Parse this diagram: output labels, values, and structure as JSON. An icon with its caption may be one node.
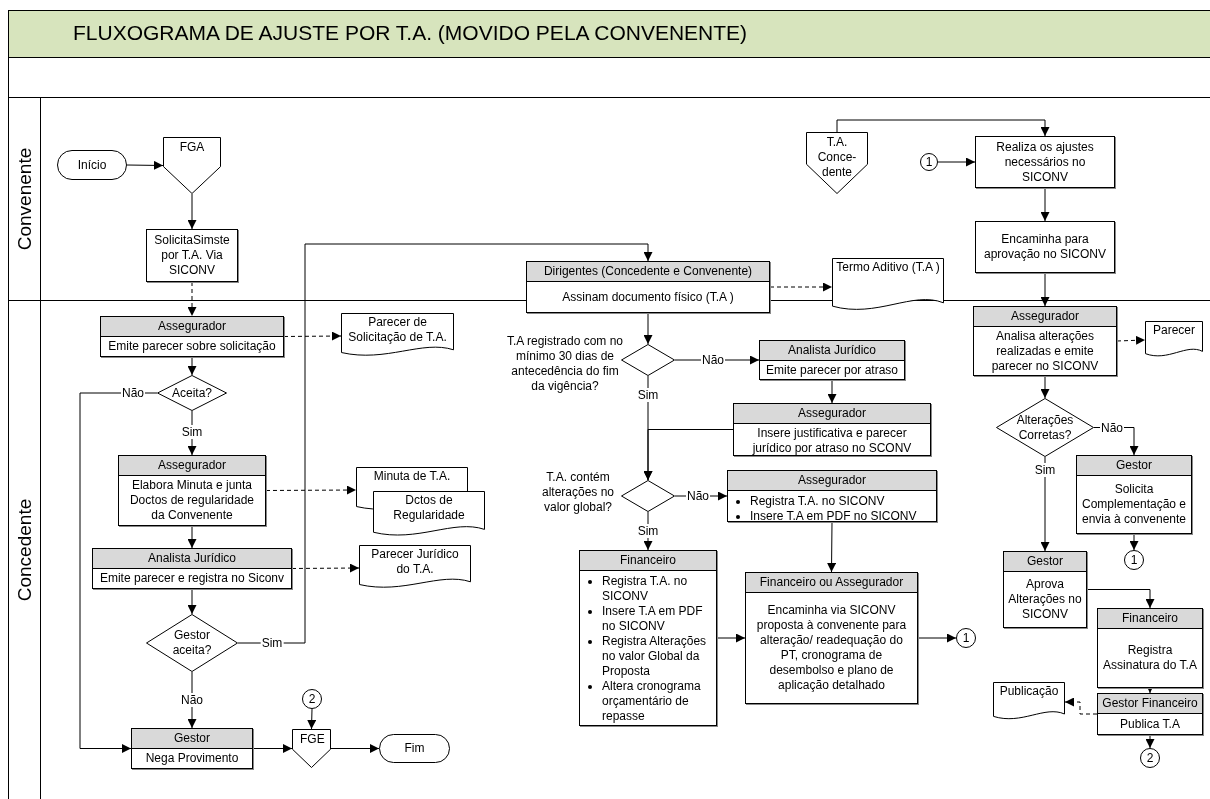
{
  "diagram": {
    "title": "FLUXOGRAMA DE AJUSTE POR T.A. (MOVIDO PELA CONVENENTE)",
    "nodes": [
      {
        "text": [
          "Convenente"
        ]
      },
      {
        "text": [
          "Concedente"
        ]
      },
      {
        "text": [
          "Início"
        ],
        "in": 0
      },
      {
        "text": [
          "FGA"
        ],
        "in": 0
      },
      {
        "text": [
          "SolicitaSimste por T.A. Via SICONV"
        ],
        "in": 0
      },
      {
        "text": [
          "Assegurador",
          "Emite parecer sobre solicitação"
        ],
        "in": 1
      },
      {
        "text": [
          "Parecer de Solicitação de T.A."
        ],
        "in": 1
      },
      {
        "text": [
          "Aceita?"
        ],
        "in": 1
      },
      {
        "text": [
          "Assegurador",
          "Elabora Minuta e junta Doctos de regularidade da Convenente"
        ],
        "in": 1
      },
      {
        "text": [
          "Minuta de T.A."
        ],
        "in": 1
      },
      {
        "text": [
          "Dctos de Regularidade"
        ],
        "in": 1
      },
      {
        "text": [
          "Analista Jurídico",
          "Emite parecer e registra no Siconv"
        ],
        "in": 1
      },
      {
        "text": [
          "Parecer Jurídico do T.A."
        ],
        "in": 1
      },
      {
        "text": [
          "Gestor aceita?"
        ],
        "in": 1
      },
      {
        "text": [
          "Gestor",
          "Nega Provimento"
        ],
        "in": 1
      },
      {
        "text": [
          "2"
        ],
        "in": 1
      },
      {
        "text": [
          "FGE"
        ],
        "in": 1
      },
      {
        "text": [
          "Fim"
        ],
        "in": 1
      },
      {
        "text": [
          "Dirigentes (Concedente e Convenente)",
          "Assinam documento físico (T.A )"
        ]
      },
      {
        "text": [
          "Termo Aditivo (T.A )"
        ]
      },
      {
        "text": [
          "T.A. Conce-dente"
        ],
        "in": 0
      },
      {
        "text": [
          "1"
        ],
        "in": 0
      },
      {
        "text": [
          "Realiza os ajustes necessários no SICONV"
        ],
        "in": 0
      },
      {
        "text": [
          "Encaminha para aprovação no SICONV"
        ],
        "in": 0
      },
      {
        "text": [],
        "shape": "diamond",
        "in": 1,
        "beside": [
          "T.A registrado com no mínimo 30 dias de antecedência do fim da vigência?"
        ]
      },
      {
        "text": [
          "Analista Jurídico",
          "Emite parecer por atraso"
        ],
        "in": 1
      },
      {
        "text": [
          "Assegurador",
          "Insere justificativa e parecer jurídico por atraso no SCONV"
        ],
        "in": 1
      },
      {
        "text": [],
        "shape": "diamond",
        "in": 1,
        "beside": [
          "T.A. contém alterações no valor global?"
        ]
      },
      {
        "text": [
          "Assegurador",
          "Registra T.A. no SICONV",
          "Insere T.A em PDF no SICONV"
        ],
        "in": 1
      },
      {
        "text": [
          "Financeiro",
          "Registra T.A. no SICONV",
          "Insere T.A em PDF no SICONV",
          "Registra Alterações no valor Global da Proposta",
          "Altera cronograma orçamentário de repasse"
        ],
        "in": 1
      },
      {
        "text": [
          "Financeiro ou Assegurador",
          "Encaminha via SICONV proposta à convenente para alteração/ readequação do PT, cronograma de desembolso e plano de aplicação detalhado"
        ],
        "in": 1
      },
      {
        "text": [
          "1"
        ],
        "in": 1
      },
      {
        "text": [
          "Assegurador",
          "Analisa alterações realizadas e emite parecer no SICONV"
        ],
        "in": 1
      },
      {
        "text": [
          "Parecer"
        ],
        "in": 1
      },
      {
        "text": [
          "Alterações Corretas?"
        ],
        "in": 1
      },
      {
        "text": [
          "Gestor",
          "Solicita Complementação e envia à convenente"
        ],
        "in": 1
      },
      {
        "text": [
          "1"
        ],
        "in": 1
      },
      {
        "text": [
          "Gestor",
          "Aprova Alterações no SICONV"
        ],
        "in": 1
      },
      {
        "text": [
          "Financeiro",
          "Registra Assinatura do T.A"
        ],
        "in": 1
      },
      {
        "text": [
          "Publicação"
        ],
        "in": 1
      },
      {
        "text": [
          "Gestor Financeiro",
          "Publica T.A"
        ],
        "in": 1
      },
      {
        "text": [
          "2"
        ],
        "in": 1
      }
    ],
    "edges": [
      {
        "from": 2,
        "to": 3,
        "arrow": "to"
      },
      {
        "from": 3,
        "to": 4,
        "arrow": "to"
      },
      {
        "from": 4,
        "to": 5,
        "arrow": "to",
        "style": "dashed"
      },
      {
        "from": 5,
        "to": 6,
        "arrow": "to",
        "style": "dashed"
      },
      {
        "from": 5,
        "to": 7,
        "arrow": "to"
      },
      {
        "from": 7,
        "to": 14,
        "arrow": "to",
        "label": "Não"
      },
      {
        "from": 7,
        "to": 8,
        "arrow": "to",
        "label": "Sim"
      },
      {
        "from": 8,
        "to": 9,
        "arrow": "to",
        "style": "dashed"
      },
      {
        "from": 8,
        "to": 11,
        "arrow": "to"
      },
      {
        "from": 11,
        "to": 12,
        "arrow": "to",
        "style": "dashed"
      },
      {
        "from": 11,
        "to": 13,
        "arrow": "to"
      },
      {
        "from": 13,
        "to": 18,
        "arrow": "to",
        "label": "Sim"
      },
      {
        "from": 13,
        "to": 14,
        "arrow": "to",
        "label": "Não"
      },
      {
        "from": 14,
        "to": 16,
        "arrow": "to"
      },
      {
        "from": 15,
        "to": 16,
        "arrow": "to"
      },
      {
        "from": 16,
        "to": 17,
        "arrow": "to"
      },
      {
        "from": 18,
        "to": 19,
        "arrow": "to",
        "style": "dashed"
      },
      {
        "from": 18,
        "to": 24,
        "arrow": "to"
      },
      {
        "from": 24,
        "to": 25,
        "arrow": "to",
        "label": "Não"
      },
      {
        "from": 25,
        "to": 26,
        "arrow": "to"
      },
      {
        "from": 24,
        "to": 27,
        "arrow": "to",
        "label": "Sim"
      },
      {
        "from": 26,
        "to": 27,
        "arrow": "to"
      },
      {
        "from": 27,
        "to": 28,
        "arrow": "to",
        "label": "Não"
      },
      {
        "from": 27,
        "to": 29,
        "arrow": "to",
        "label": "Sim"
      },
      {
        "from": 28,
        "to": 30,
        "arrow": "to"
      },
      {
        "from": 29,
        "to": 30,
        "arrow": "to"
      },
      {
        "from": 30,
        "to": 31,
        "arrow": "to"
      },
      {
        "from": 20,
        "to": 22,
        "arrow": "to"
      },
      {
        "from": 21,
        "to": 22,
        "arrow": "to"
      },
      {
        "from": 22,
        "to": 23,
        "arrow": "to"
      },
      {
        "from": 23,
        "to": 32,
        "arrow": "to"
      },
      {
        "from": 32,
        "to": 33,
        "arrow": "to",
        "style": "dashed"
      },
      {
        "from": 32,
        "to": 34,
        "arrow": "to"
      },
      {
        "from": 34,
        "to": 35,
        "arrow": "to",
        "label": "Não"
      },
      {
        "from": 34,
        "to": 37,
        "arrow": "to",
        "label": "Sim"
      },
      {
        "from": 35,
        "to": 36,
        "arrow": "to"
      },
      {
        "from": 37,
        "to": 38,
        "arrow": "to"
      },
      {
        "from": 38,
        "to": 40,
        "arrow": "to"
      },
      {
        "from": 40,
        "to": 39,
        "arrow": "to",
        "style": "dashed"
      },
      {
        "from": 40,
        "to": 41,
        "arrow": "to"
      }
    ]
  }
}
